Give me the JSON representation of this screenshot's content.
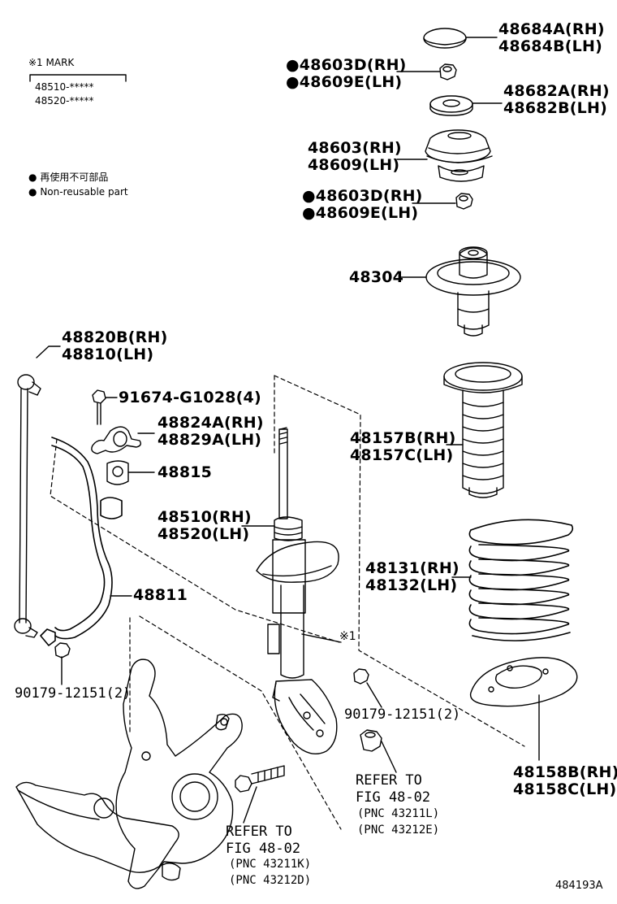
{
  "legend": {
    "mark_title": "※1 MARK",
    "mark_items": [
      "48510-*****",
      "48520-*****"
    ],
    "dot_symbol": "●",
    "note_jp": "再使用不可部品",
    "note_en": "Non-reusable part"
  },
  "callouts": {
    "c48684": [
      "48684A(RH)",
      "48684B(LH)"
    ],
    "c48603_top": [
      "●48603D(RH)",
      "●48609E(LH)"
    ],
    "c48682": [
      "48682A(RH)",
      "48682B(LH)"
    ],
    "c48603": [
      "48603(RH)",
      "48609(LH)"
    ],
    "c48603_bottom": [
      "●48603D(RH)",
      "●48609E(LH)"
    ],
    "c48304": "48304",
    "c48820": [
      "48820B(RH)",
      "48810(LH)"
    ],
    "c91674": "91674-G1028(4)",
    "c48824": [
      "48824A(RH)",
      "48829A(LH)"
    ],
    "c48815": "48815",
    "c48157": [
      "48157B(RH)",
      "48157C(LH)"
    ],
    "c48510": [
      "48510(RH)",
      "48520(LH)"
    ],
    "c48131": [
      "48131(RH)",
      "48132(LH)"
    ],
    "c48811": "48811",
    "mark1": "※1",
    "c90179_left": "90179-12151(2)",
    "c90179_right": "90179-12151(2)",
    "c48158": [
      "48158B(RH)",
      "48158C(LH)"
    ]
  },
  "refer_right": {
    "line1": "REFER TO",
    "line2": "FIG 48-02",
    "pnc1": "(PNC 43211L)",
    "pnc2": "(PNC 43212E)"
  },
  "refer_left": {
    "line1": "REFER TO",
    "line2": "FIG 48-02",
    "pnc1": "(PNC 43211K)",
    "pnc2": "(PNC 43212D)"
  },
  "figure_id": "484193A"
}
